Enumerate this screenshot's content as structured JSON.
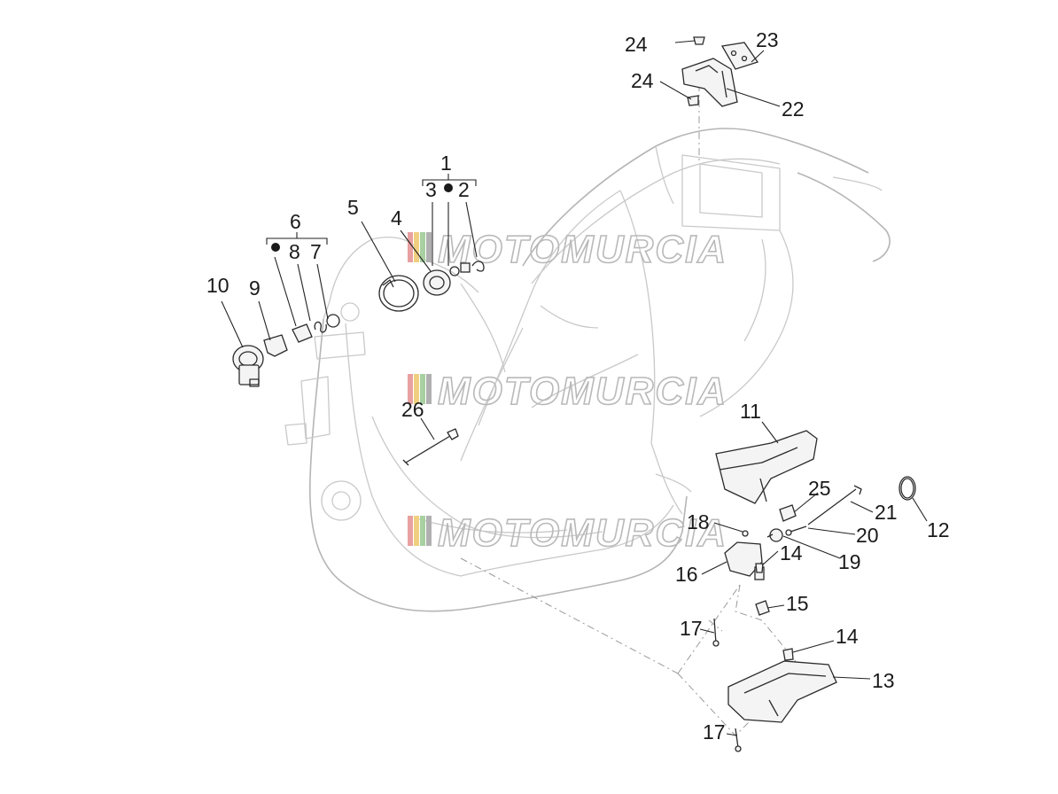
{
  "watermark": {
    "text": "MOTOMURCIA",
    "flag_colors": [
      "#e8a0a0",
      "#f0d080",
      "#a8d0a0",
      "#b0b0b0"
    ]
  },
  "callouts": {
    "c1": "1",
    "c2": "2",
    "c3": "3",
    "c4": "4",
    "c5": "5",
    "c6": "6",
    "c7": "7",
    "c8": "8",
    "c9": "9",
    "c10": "10",
    "c11": "11",
    "c12": "12",
    "c13": "13",
    "c14a": "14",
    "c14b": "14",
    "c15": "15",
    "c16": "16",
    "c17a": "17",
    "c17b": "17",
    "c18": "18",
    "c19": "19",
    "c20": "20",
    "c21": "21",
    "c22": "22",
    "c23": "23",
    "c24a": "24",
    "c24b": "24",
    "c25": "25",
    "c26": "26"
  },
  "colors": {
    "ink": "#1a1a1a",
    "frame": "#c9c9c9"
  }
}
